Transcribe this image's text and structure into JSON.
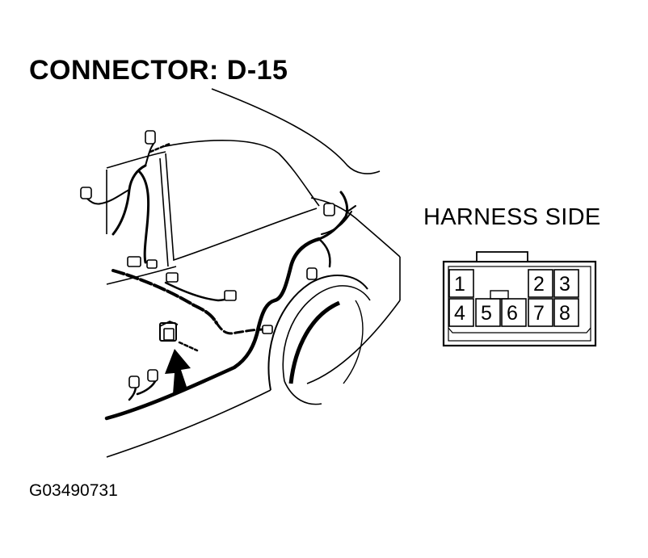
{
  "title": "CONNECTOR: D-15",
  "harness_label": "HARNESS SIDE",
  "figure_code": "G03490731",
  "connector": {
    "top_row": [
      "1",
      "2",
      "3"
    ],
    "bottom_row": [
      "4",
      "5",
      "6",
      "7",
      "8"
    ]
  }
}
